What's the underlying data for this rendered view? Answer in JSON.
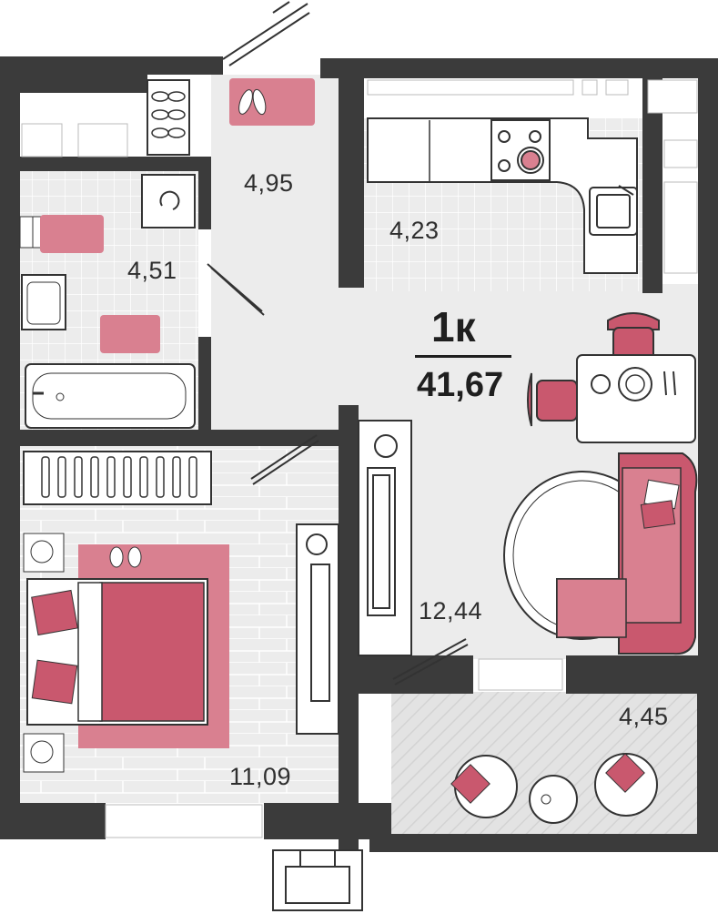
{
  "apartment": {
    "type_label": "1к",
    "total_area": "41,67"
  },
  "rooms": {
    "hallway": "4,95",
    "kitchen": "4,23",
    "bathroom": "4,51",
    "living_room": "12,44",
    "bedroom": "11,09",
    "balcony": "4,45"
  },
  "colors": {
    "wall": "#3b3b3b",
    "floor": "#ececec",
    "tile": "#e6e6e6",
    "accent": "#c9586e",
    "accent_light": "#d98090"
  }
}
